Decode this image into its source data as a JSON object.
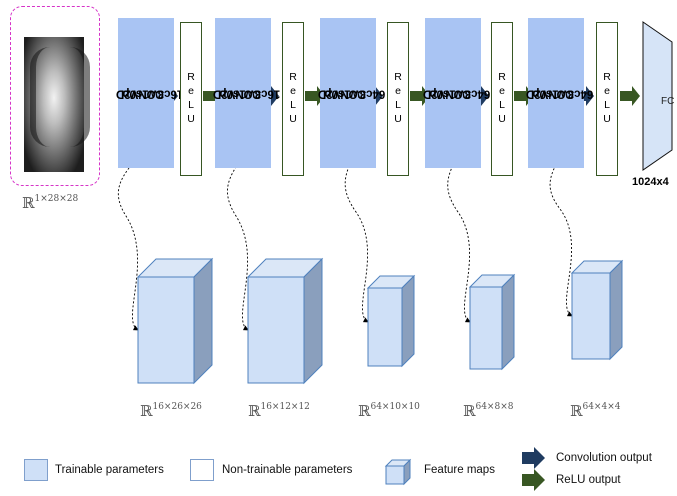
{
  "input": {
    "dim_base": "ℝ",
    "dim_exp": "1×28×28"
  },
  "pipeline": [
    {
      "conv_l1": "CONV2D",
      "conv_l2": "16c3w1s0p",
      "relu": "ReLU"
    },
    {
      "conv_l1": "CONV2D",
      "conv_l2": "16c3w1s0p",
      "relu": "ReLU"
    },
    {
      "conv_l1": "CONV2D",
      "conv_l2": "64c3w1s0p",
      "relu": "ReLU"
    },
    {
      "conv_l1": "CONV2D",
      "conv_l2": "64c3w1s0p",
      "relu": "ReLU"
    },
    {
      "conv_l1": "CONV2D",
      "conv_l2": "64c3w1s0p",
      "relu": "ReLU"
    }
  ],
  "fc": {
    "label": "FC",
    "size": "1024x4"
  },
  "feature_maps": [
    {
      "dim_base": "ℝ",
      "dim_exp": "16×26×26"
    },
    {
      "dim_base": "ℝ",
      "dim_exp": "16×12×12"
    },
    {
      "dim_base": "ℝ",
      "dim_exp": "64×10×10"
    },
    {
      "dim_base": "ℝ",
      "dim_exp": "64×8×8"
    },
    {
      "dim_base": "ℝ",
      "dim_exp": "64×4×4"
    }
  ],
  "legend": {
    "trainable": "Trainable parameters",
    "non_trainable": "Non-trainable parameters",
    "feature_maps": "Feature maps",
    "conv_output": "Convolution output",
    "relu_output": "ReLU output"
  },
  "colors": {
    "conv_fill": "#a9c4f3",
    "cube_front": "#cfe0f7",
    "cube_side": "#8a9fbd",
    "conv_arrow": "#1f3b60",
    "relu_arrow": "#385723",
    "input_frame": "#d633c8"
  }
}
